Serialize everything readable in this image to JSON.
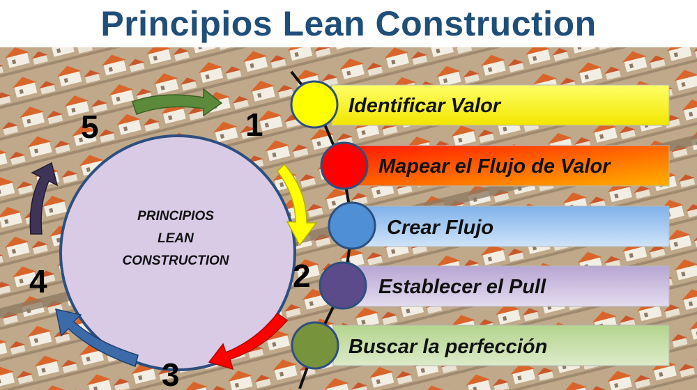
{
  "title": "Principios Lean Construction",
  "center_label": [
    "PRINCIPIOS",
    "LEAN",
    "CONSTRUCTION"
  ],
  "steps": [
    {
      "label": "Identificar Valor",
      "color": "#ffff00"
    },
    {
      "label": "Mapear el Flujo de Valor",
      "color": "#ff0000"
    },
    {
      "label": "Crear Flujo",
      "color": "#4f8fd6"
    },
    {
      "label": "Establecer el Pull",
      "color": "#5b4b8a"
    },
    {
      "label": "Buscar la perfección",
      "color": "#77933c"
    }
  ],
  "cycle_numbers": [
    "1",
    "2",
    "3",
    "4",
    "5"
  ],
  "colors": {
    "title": "#1f4e79",
    "circle_fill": "#d9cbe6",
    "circle_stroke": "#2e4f7e",
    "arrow_1_2": "#ffff00",
    "arrow_2_3": "#ff0000",
    "arrow_3_4": "#3d6aa8",
    "arrow_4_5": "#3f3457",
    "arrow_5_1": "#5a8a3a"
  }
}
